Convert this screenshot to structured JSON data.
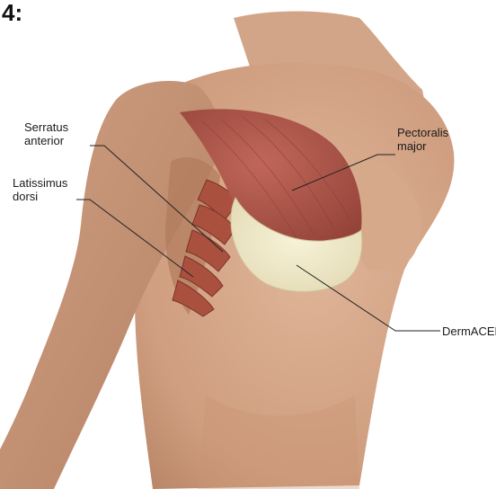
{
  "figure": {
    "number_label": "4:"
  },
  "labels": {
    "serratus": {
      "line1": "Serratus",
      "line2": "anterior"
    },
    "latissimus": {
      "line1": "Latissimus",
      "line2": "dorsi"
    },
    "pectoralis": {
      "line1": "Pectoralis",
      "line2": "major"
    },
    "dermacell": {
      "text": "DermACELL"
    }
  },
  "colors": {
    "background": "#ffffff",
    "skin": "#d8ab8e",
    "skin_shadow": "#b98669",
    "muscle": "#b2584a",
    "muscle_dark": "#8e3a30",
    "matrix": "#f1ebcb",
    "leader_line": "#222222"
  }
}
